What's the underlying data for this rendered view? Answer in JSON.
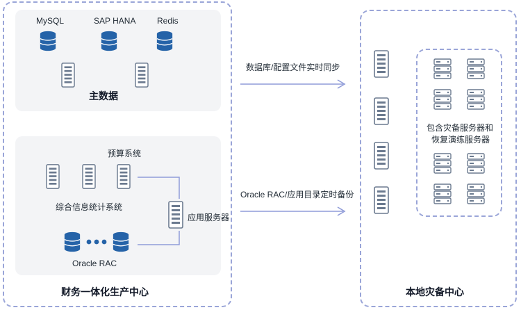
{
  "left_center": {
    "title": "财务一体化生产中心",
    "master_data": {
      "title": "主数据",
      "databases": [
        "MySQL",
        "SAP HANA",
        "Redis"
      ]
    },
    "apps": {
      "budget_label": "预算系统",
      "stats_label": "综合信息统计系统",
      "oracle_label": "Oracle RAC",
      "app_server_label": "应用服务器"
    }
  },
  "flows": {
    "top": "数据库/配置文件实时同步",
    "bottom": "Oracle RAC/应用目录定时备份"
  },
  "right_center": {
    "title": "本地灾备中心",
    "backup_group_label_line1": "包含灾备服务器和",
    "backup_group_label_line2": "恢复演练服务器"
  },
  "colors": {
    "database_blue": "#2563a8",
    "server_outline": "#6b7a8f",
    "dashed_border": "#9aa5d8",
    "arrow": "#8f9bd8",
    "connector": "#8f9bd8",
    "panel_bg": "#f3f4f6"
  }
}
